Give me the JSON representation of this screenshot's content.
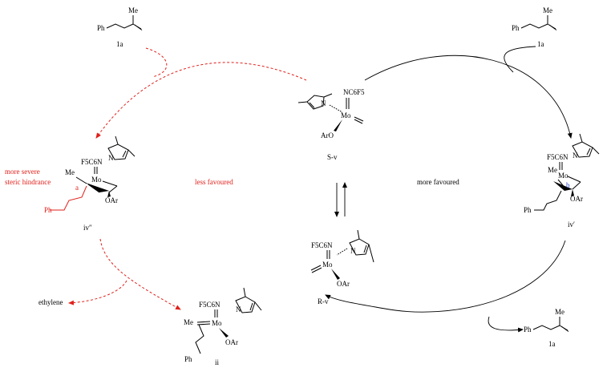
{
  "compounds": {
    "substrate_top_left": {
      "me": "Me",
      "ph": "Ph",
      "id": "1a"
    },
    "substrate_top_right": {
      "me": "Me",
      "ph": "Ph",
      "id": "1a"
    },
    "substrate_bottom_right": {
      "me": "Me",
      "ph": "Ph",
      "id": "1a"
    },
    "catalyst_sv": {
      "n_imido": "NC6F5",
      "n_pyr": "N",
      "metal": "Mo",
      "aro": "ArO",
      "id": "S-v"
    },
    "catalyst_rv": {
      "n_imido": "F5C6N",
      "n_pyr": "N",
      "metal": "Mo",
      "oar": "OAr",
      "id": "R-v"
    },
    "intermediate_left": {
      "n_imido": "F5C6N",
      "n_pyr": "N",
      "metal": "Mo",
      "me": "Me",
      "oar": "OAr",
      "bond_label": "a",
      "ph": "Ph",
      "id": "iv″"
    },
    "intermediate_right": {
      "n_imido": "F5C6N",
      "n_pyr": "N",
      "metal": "Mo",
      "me": "Me",
      "oar": "OAr",
      "bond_label": "b",
      "ph": "Ph",
      "id": "iv′"
    },
    "product_ii": {
      "n_imido": "F5C6N",
      "n_pyr": "N",
      "metal": "Mo",
      "me": "Me",
      "oar": "OAr",
      "ph": "Ph",
      "id": "ii"
    }
  },
  "annotations": {
    "steric_line1": "more severe",
    "steric_line2": "steric hindrance",
    "less_favoured": "less favoured",
    "more_favoured": "more favoured",
    "ethylene": "ethylene"
  },
  "colors": {
    "red": "#e0201b",
    "blue": "#1f3fbf",
    "black": "#000000"
  }
}
